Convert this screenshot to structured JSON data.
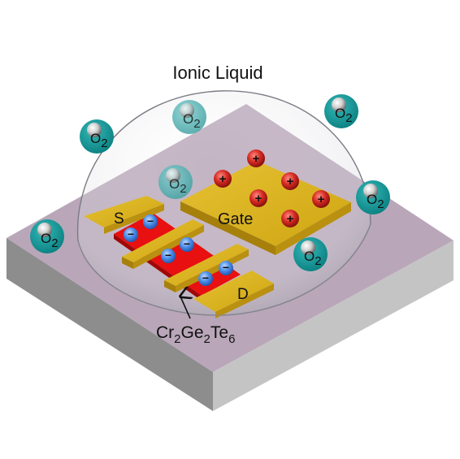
{
  "title": "Ionic Liquid",
  "labels": {
    "source": "S",
    "drain": "D",
    "gate": "Gate",
    "material": {
      "base": [
        "Cr",
        "Ge",
        "Te"
      ],
      "subs": [
        "2",
        "2",
        "6"
      ]
    }
  },
  "oxygen": {
    "symbol": "O",
    "sub": "2"
  },
  "charges": {
    "positive": "+",
    "negative": "−"
  },
  "colors": {
    "substrate_top": "#b9a7b9",
    "substrate_side": "#9c9c9c",
    "gold": "#d9b21a",
    "channel": "#e81010",
    "oxygen_ball": "#0f9394",
    "positive_ion": "#c0201e",
    "negative_ion": "#4a8ce8",
    "dome": "#cfcfd6"
  }
}
